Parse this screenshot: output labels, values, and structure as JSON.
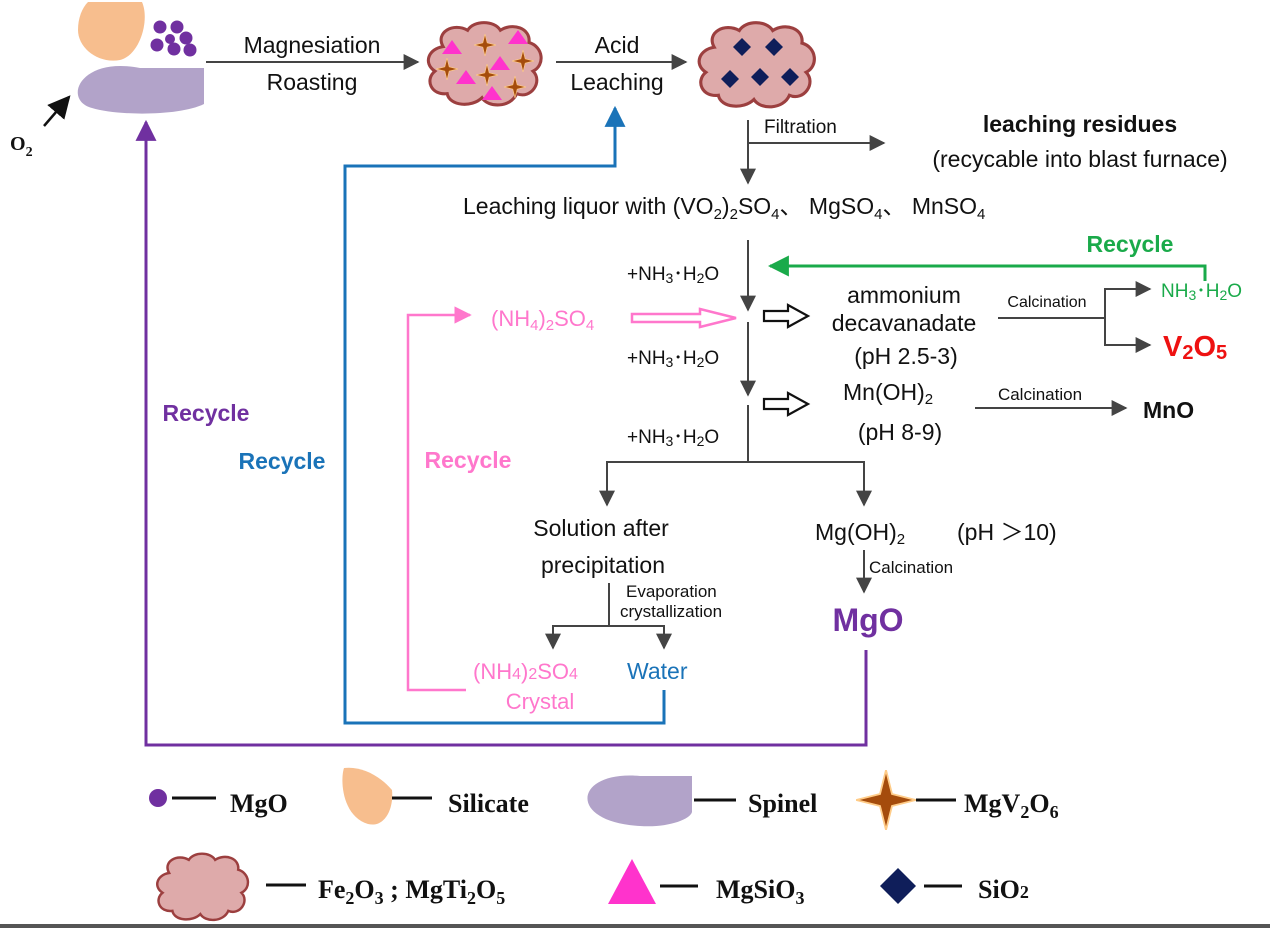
{
  "colors": {
    "mgo_dot": "#7030a0",
    "silicate": "#f7be8e",
    "spinel": "#b2a3c9",
    "cloud_fill": "#deaaaa",
    "cloud_stroke": "#9c3f3f",
    "triangle": "#ff33cc",
    "star": "#a54c0c",
    "diamond": "#0f1e5a",
    "purple": "#7030a0",
    "blue": "#1a73b8",
    "pink": "#ff77cc",
    "green": "#1aaa4a",
    "red": "#ee1111",
    "gray_arrow": "#444444"
  },
  "steps": {
    "magnesiation": "Magnesiation",
    "roasting": "Roasting",
    "acid": "Acid",
    "leaching": "Leaching",
    "o2": "O",
    "o2_sub": "2",
    "filtration": "Filtration",
    "residues_title": "leaching residues",
    "residues_note": "(recycable into blast furnace)",
    "liquor_a": "Leaching liquor with (VO",
    "liquor_b": "2",
    "liquor_c": ")",
    "liquor_d": "2",
    "liquor_e": "SO",
    "liquor_f": "4",
    "liquor_g": "、 MgSO",
    "liquor_h": "4",
    "liquor_i": "、 MnSO",
    "liquor_j": "4",
    "nh3_a": "+NH",
    "nh3_b": "3",
    "nh3_c": "･H",
    "nh3_d": "2",
    "nh3_e": "O",
    "ammsulf_a": "(NH",
    "ammsulf_b": "4",
    "ammsulf_c": ")",
    "ammsulf_d": "2",
    "ammsulf_e": "SO",
    "ammsulf_f": "4",
    "ammonium": "ammonium",
    "decavanadate": "decavanadate",
    "ph1": "(pH 2.5-3)",
    "calcination": "Calcination",
    "nh3out_a": "NH",
    "nh3out_b": "3",
    "nh3out_c": "･H",
    "nh3out_d": "2",
    "nh3out_e": "O",
    "v2o5_a": "V",
    "v2o5_b": "2",
    "v2o5_c": "O",
    "v2o5_d": "5",
    "mnoh_a": "Mn(OH)",
    "mnoh_b": "2",
    "ph2": "(pH 8-9)",
    "mno": "MnO",
    "solution_1": "Solution after",
    "solution_2": "precipitation",
    "mgoh_a": "Mg(OH)",
    "mgoh_b": "2",
    "ph3": "(pH ＞10)",
    "evap_1": "Evaporation",
    "evap_2": "crystallization",
    "mgo_product": "MgO",
    "crystal_a": "(NH",
    "crystal_b": "4",
    "crystal_c": ")",
    "crystal_d": "2",
    "crystal_e": "SO",
    "crystal_f": "4",
    "crystal_2": "Crystal",
    "water": "Water",
    "recycle_green": "Recycle",
    "recycle_purple": "Recycle",
    "recycle_blue": "Recycle",
    "recycle_pink": "Recycle"
  },
  "legend": {
    "mgo": "MgO",
    "silicate": "Silicate",
    "spinel": "Spinel",
    "mgv_a": "MgV",
    "mgv_b": "2",
    "mgv_c": "O",
    "mgv_d": "6",
    "fe_a": "Fe",
    "fe_b": "2",
    "fe_c": "O",
    "fe_d": "3",
    "fe_e": " ; MgTi",
    "fe_f": "2",
    "fe_g": "O",
    "fe_h": "5",
    "mgsio_a": "MgSiO",
    "mgsio_b": "3",
    "sio_a": "SiO",
    "sio_b": "2"
  }
}
